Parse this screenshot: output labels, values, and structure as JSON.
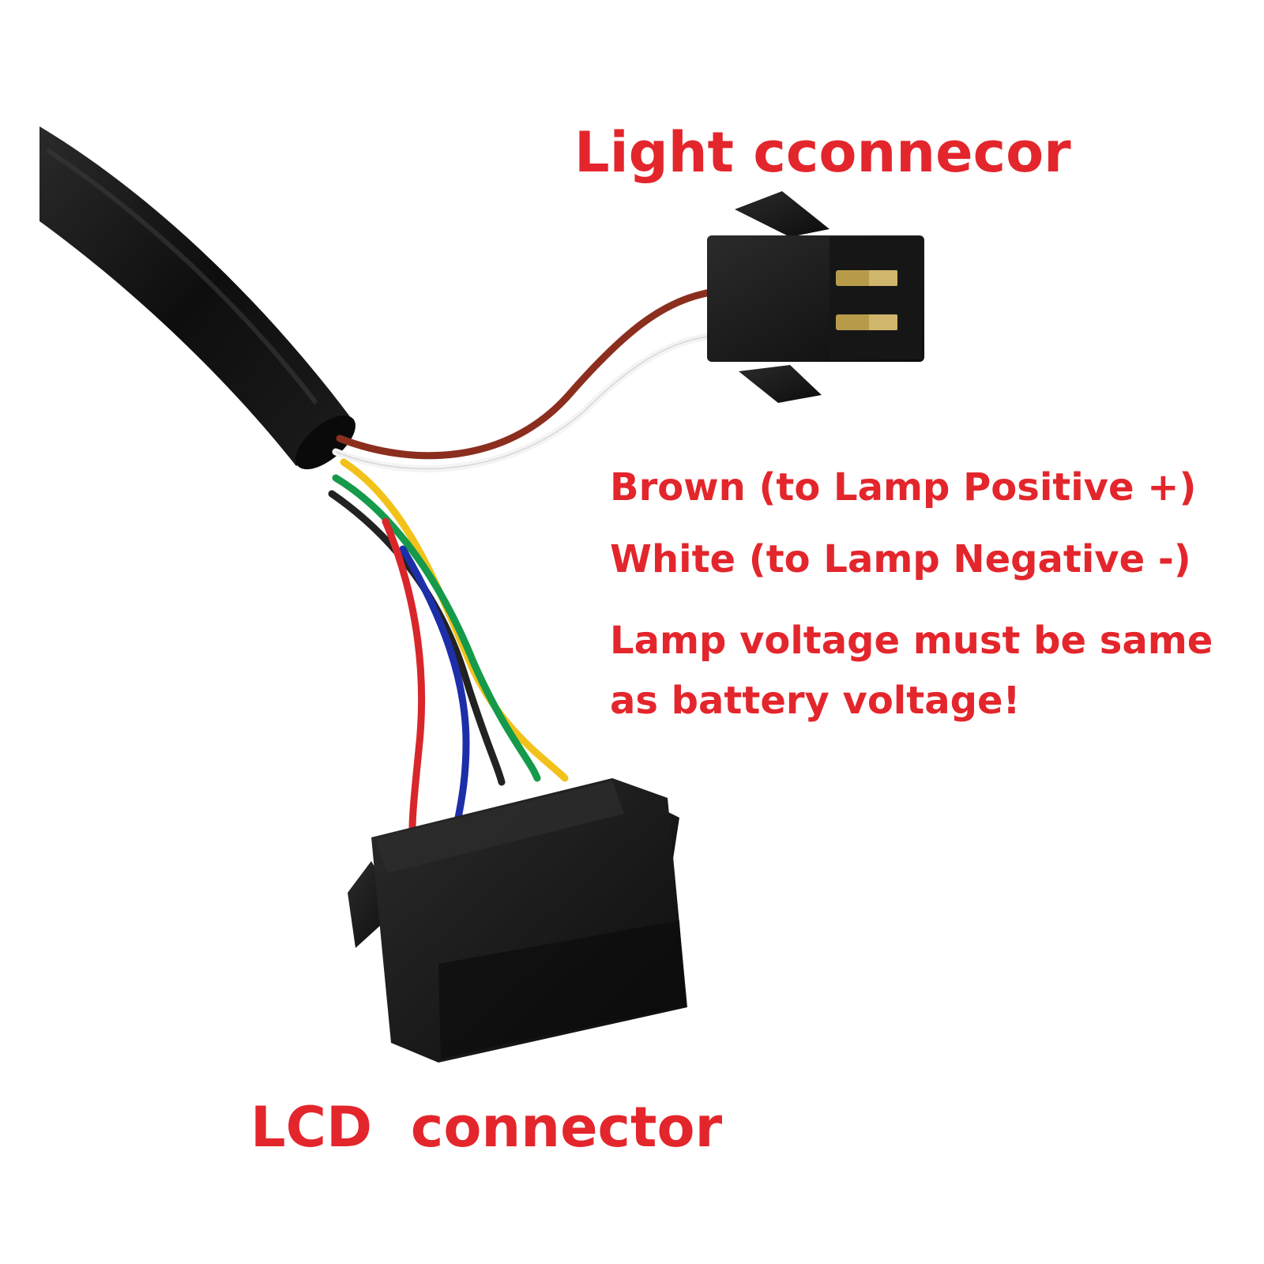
{
  "labels": {
    "light_connector": "Light cconnecor",
    "brown_note": "Brown (to Lamp Positive +)",
    "white_note": "White (to Lamp Negative -)",
    "voltage_note_line1": "Lamp voltage must be same",
    "voltage_note_line2": "as battery voltage!",
    "lcd_connector": "LCD  connector"
  },
  "colors": {
    "text": "#e3262c",
    "cable": "#141414",
    "connector": "#1a1a1a",
    "wire_brown": "#8b2e1e",
    "wire_white": "#f4f4f4",
    "wire_yellow": "#f2c21a",
    "wire_green": "#149a4a",
    "wire_black": "#222222",
    "wire_blue": "#1d2fa8",
    "wire_red": "#d9262a",
    "pin_metal": "#b89b4a"
  },
  "wires": [
    "brown",
    "white",
    "yellow",
    "green",
    "black",
    "blue",
    "red"
  ]
}
